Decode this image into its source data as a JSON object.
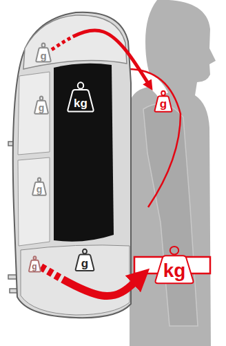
{
  "diagram": {
    "nodes": [
      {
        "text": [
          "g"
        ]
      },
      {
        "text": [
          "g"
        ]
      },
      {
        "text": [
          "kg"
        ]
      },
      {
        "text": [
          "g"
        ]
      },
      {
        "text": [
          "g"
        ]
      },
      {
        "text": [
          "g"
        ]
      },
      {
        "text": [
          "g"
        ]
      },
      {
        "text": [
          "kg"
        ]
      }
    ],
    "edges": [
      {
        "from": 0,
        "to": 3,
        "arrow": "to"
      },
      {
        "from": 5,
        "to": 7,
        "arrow": "to"
      }
    ]
  }
}
